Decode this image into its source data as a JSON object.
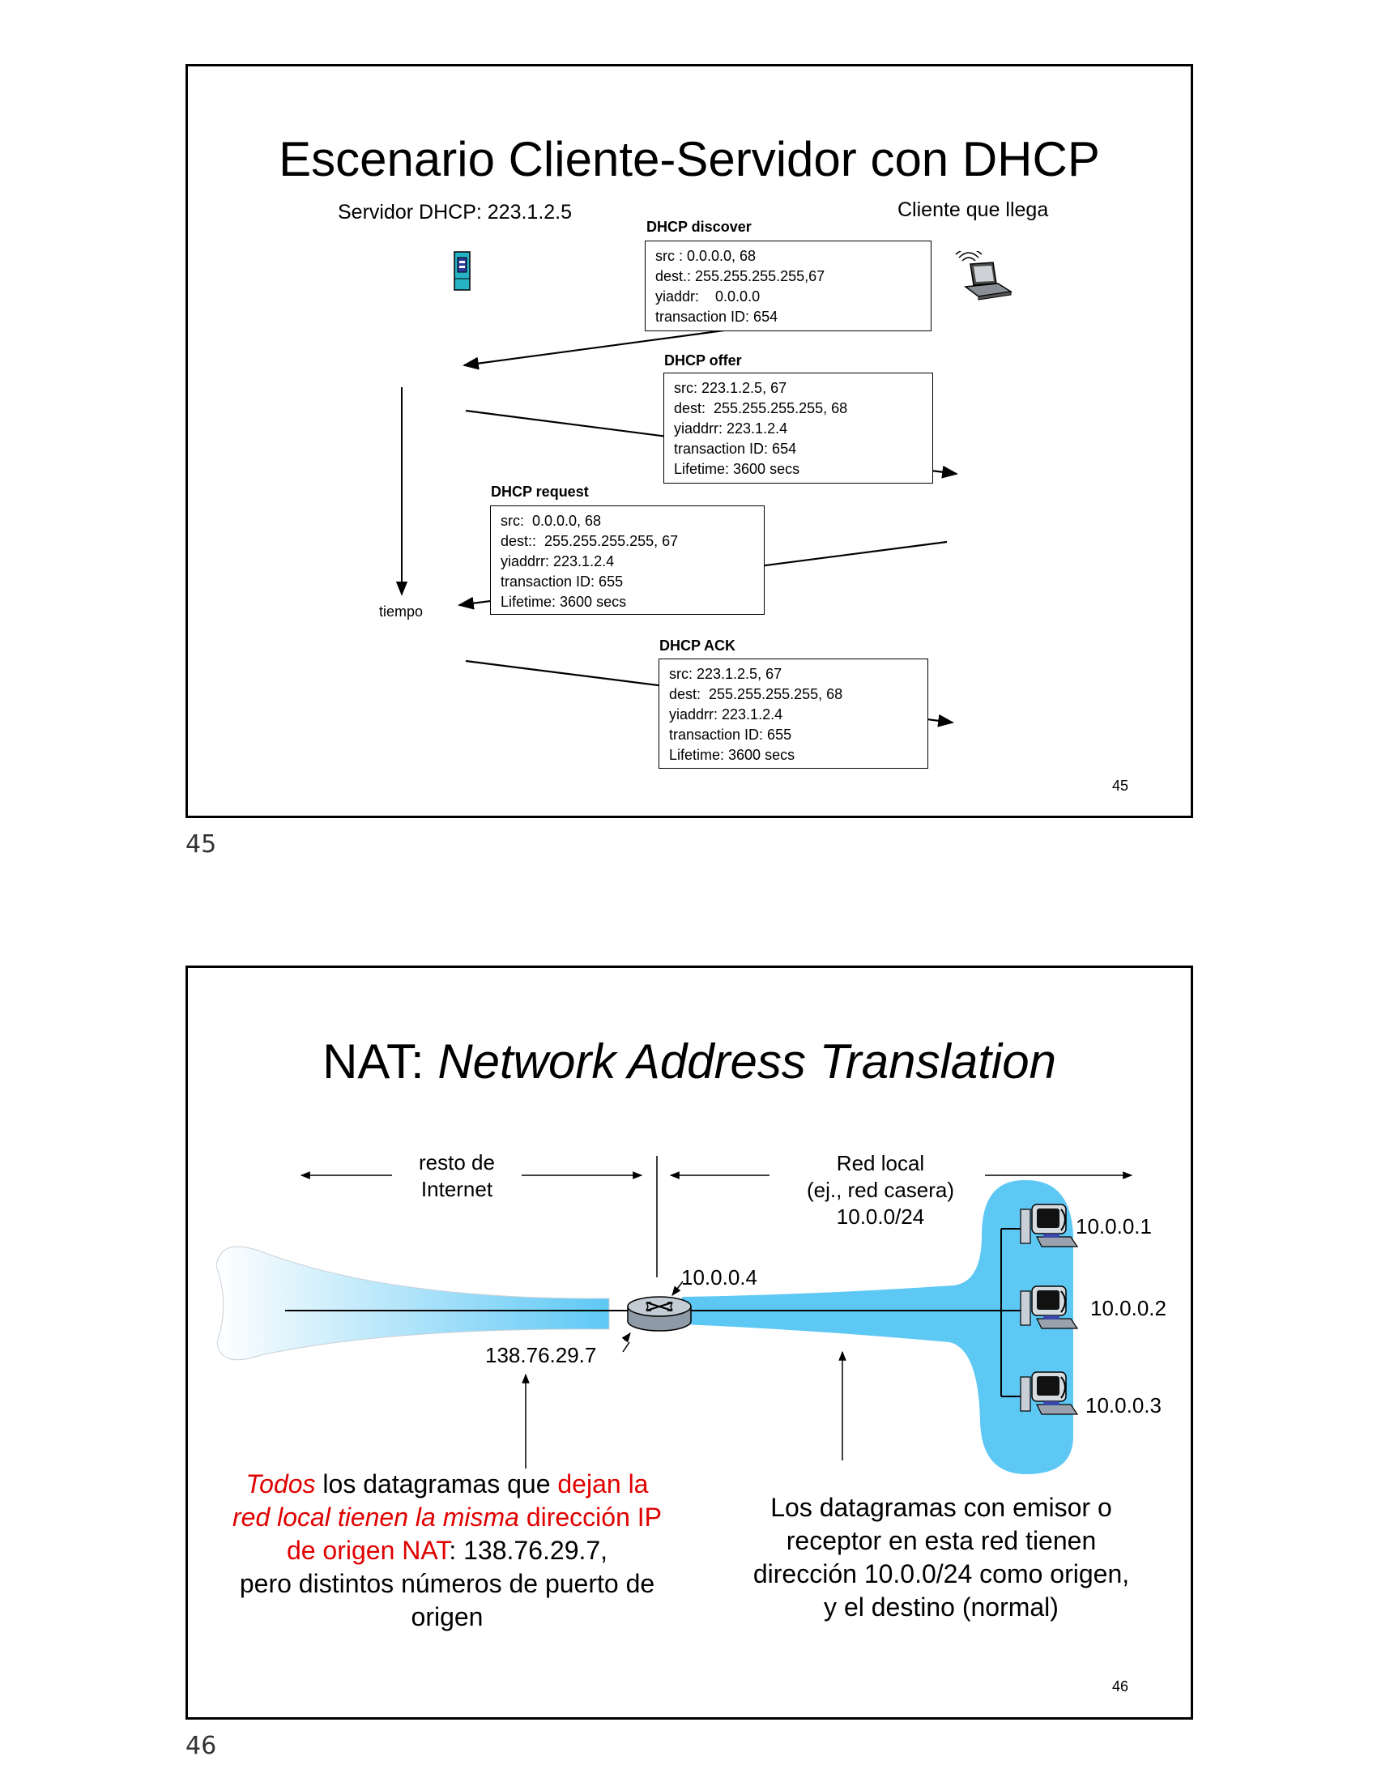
{
  "slide45": {
    "title": "Escenario Cliente-Servidor con DHCP",
    "server_label": "Servidor DHCP: 223.1.2.5",
    "client_label": "Cliente que llega",
    "time_label": "tiempo",
    "page_number": "45",
    "messages": [
      {
        "title": "DHCP discover",
        "lines": [
          "src : 0.0.0.0, 68",
          "dest.: 255.255.255.255,67",
          "yiaddr:    0.0.0.0",
          "transaction ID: 654"
        ]
      },
      {
        "title": "DHCP offer",
        "lines": [
          "src: 223.1.2.5, 67",
          "dest:  255.255.255.255, 68",
          "yiaddrr: 223.1.2.4",
          "transaction ID: 654",
          "Lifetime: 3600 secs"
        ]
      },
      {
        "title": "DHCP request",
        "lines": [
          "src:  0.0.0.0, 68",
          "dest::  255.255.255.255, 67",
          "yiaddrr: 223.1.2.4",
          "transaction ID: 655",
          "Lifetime: 3600 secs"
        ]
      },
      {
        "title": "DHCP ACK",
        "lines": [
          "src: 223.1.2.5, 67",
          "dest:  255.255.255.255, 68",
          "yiaddrr: 223.1.2.4",
          "transaction ID: 655",
          "Lifetime: 3600 secs"
        ]
      }
    ],
    "icons": [
      "server-icon",
      "laptop-icon",
      "wireless-signal-icon"
    ]
  },
  "outer_page_numbers": [
    "45",
    "46"
  ],
  "slide46": {
    "title_prefix": "NAT: ",
    "title_italic": "Network Address Translation",
    "rest_internet": [
      "resto de",
      "Internet"
    ],
    "local_net": [
      "Red local",
      "(ej., red casera)",
      "10.0.0/24"
    ],
    "router_inside_ip": "10.0.0.4",
    "router_outside_ip": "138.76.29.7",
    "hosts": [
      "10.0.0.1",
      "10.0.0.2",
      "10.0.0.3"
    ],
    "note_left": {
      "todos": "Todos",
      "t1": " los datagramas que ",
      "dejan": "dejan la",
      "red_local": "red local tienen la misma",
      "t2": " dirección IP",
      "origen_nat": "de origen NAT",
      "t3": ": 138.76.29.7,",
      "t4": "pero distintos números de puerto de",
      "t5": "origen"
    },
    "note_right": [
      "Los datagramas con emisor o",
      "receptor en esta red tienen",
      "dirección 10.0.0/24 como origen,",
      "y el destino (normal)"
    ],
    "page_number": "46",
    "colors": {
      "network_blue": "#5ec8f5",
      "highlight_red": "#e00000"
    },
    "icons": [
      "router-icon",
      "desktop-computer-icon"
    ]
  }
}
